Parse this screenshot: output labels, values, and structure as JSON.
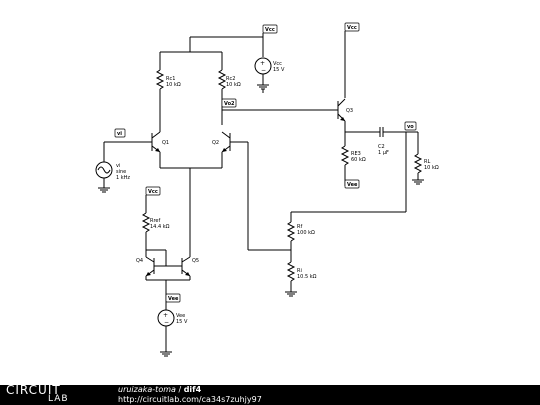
{
  "schematic": {
    "flags": {
      "vcc_top": "Vcc",
      "vcc_right": "Vcc",
      "vcc_ref": "Vcc",
      "vee_mirror": "Vee",
      "vee_re3": "Vee",
      "vi": "vi",
      "vo": "vo",
      "vo2": "Vo2"
    },
    "components": {
      "rc1": {
        "name": "Rc1",
        "value": "10 kΩ"
      },
      "rc2": {
        "name": "Rc2",
        "value": "10 kΩ"
      },
      "vcc_source": {
        "name": "Vcc",
        "value": "15 V"
      },
      "q1": {
        "name": "Q1"
      },
      "q2": {
        "name": "Q2"
      },
      "q3": {
        "name": "Q3"
      },
      "vi_source": {
        "name": "vi",
        "line2": "sine",
        "line3": "1 kHz"
      },
      "re3": {
        "name": "RE3",
        "value": "60 kΩ"
      },
      "c2": {
        "name": "C2",
        "value": "1 µF"
      },
      "rl": {
        "name": "RL",
        "value": "10 kΩ"
      },
      "rref": {
        "name": "Rref",
        "value": "14.4 kΩ"
      },
      "q4": {
        "name": "Q4"
      },
      "q5": {
        "name": "Q5"
      },
      "rf": {
        "name": "Rf",
        "value": "100 kΩ"
      },
      "ri": {
        "name": "Ri",
        "value": "10.5 kΩ"
      },
      "vee_source": {
        "name": "Vee",
        "value": "15 V"
      }
    }
  },
  "footer": {
    "logo_top": "CIRCUIT",
    "logo_bottom": "LAB",
    "author": "uruizaka-toma",
    "separator": " / ",
    "title": "dif4",
    "url": "http://circuitlab.com/ca34s7zuhjy97"
  }
}
